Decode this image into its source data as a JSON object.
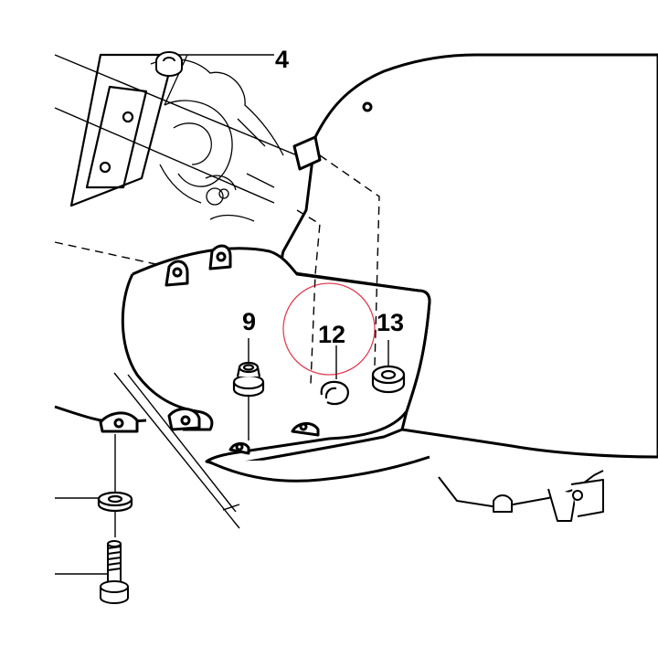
{
  "diagram": {
    "callouts": {
      "part_4": "4",
      "part_9": "9",
      "part_12": "12",
      "part_13": "13"
    },
    "colors": {
      "line": "#000000",
      "background": "#ffffff",
      "highlight": "#d9001b"
    }
  }
}
